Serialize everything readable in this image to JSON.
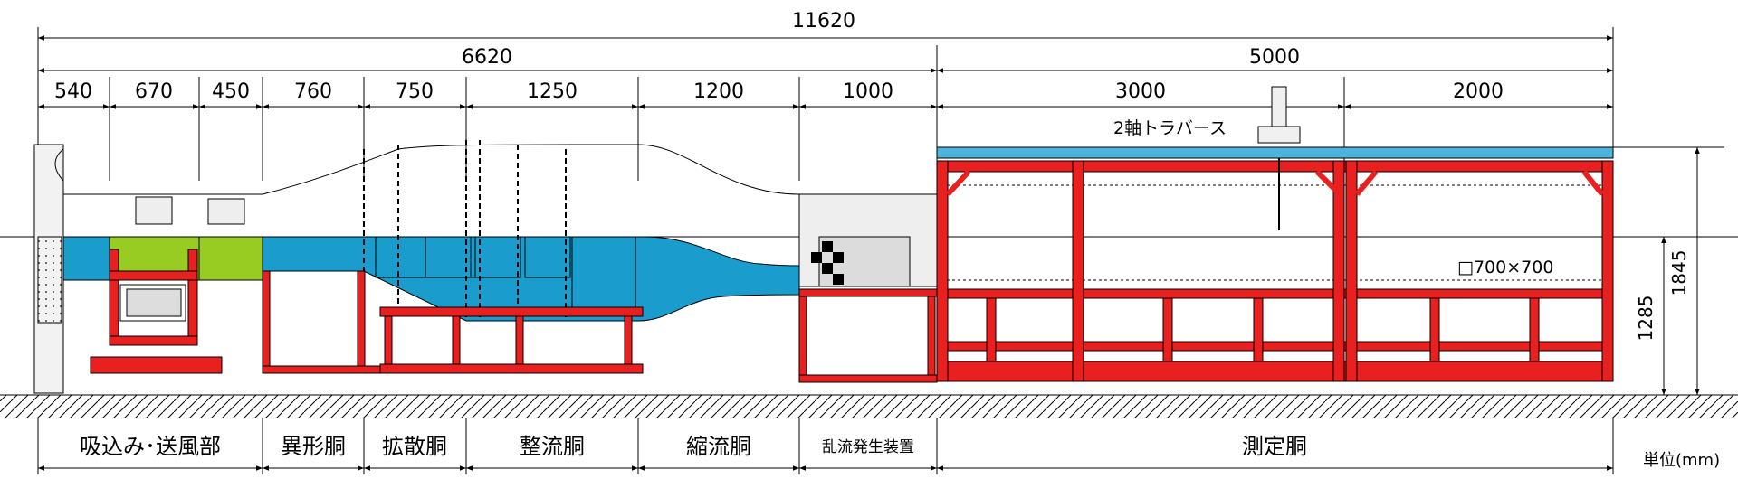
{
  "dimensions": {
    "total": "11620",
    "upstream": "6620",
    "measurement": "5000",
    "segments": [
      "540",
      "670",
      "450",
      "760",
      "750",
      "1250",
      "1200",
      "1000",
      "3000",
      "2000"
    ],
    "height_inner": "1285",
    "height_outer": "1845"
  },
  "labels": {
    "traverse": "2軸トラバース",
    "cross_section": "□700×700",
    "unit": "単位(mm)"
  },
  "sections": [
    "吸込み･送風部",
    "異形胴",
    "拡散胴",
    "整流胴",
    "縮流胴",
    "乱流発生装置",
    "測定胴"
  ],
  "colors": {
    "flow": "#1a9ccc",
    "frame": "#e82020",
    "fan": "#99cc22",
    "rail": "#4cb4dc",
    "turb": "#dcdcdc"
  }
}
